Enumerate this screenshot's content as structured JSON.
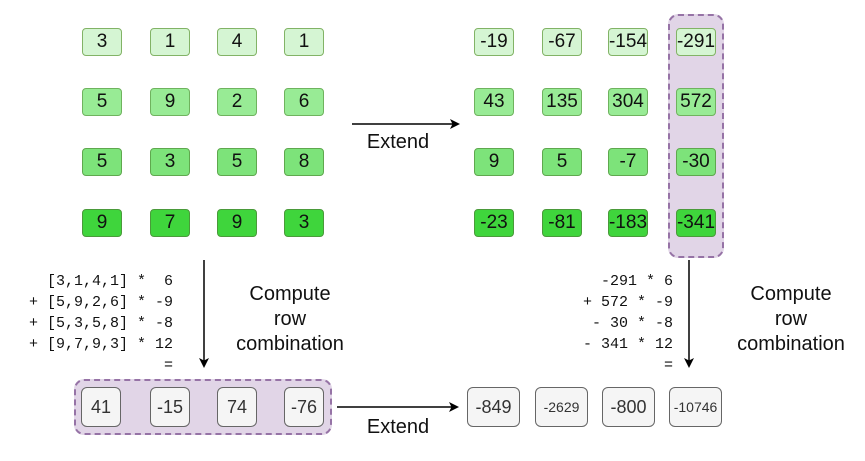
{
  "left_matrix": {
    "rows": [
      [
        "3",
        "1",
        "4",
        "1"
      ],
      [
        "5",
        "9",
        "2",
        "6"
      ],
      [
        "5",
        "3",
        "5",
        "8"
      ],
      [
        "9",
        "7",
        "9",
        "3"
      ]
    ]
  },
  "right_matrix": {
    "rows": [
      [
        "-19",
        "-67",
        "-154",
        "-291"
      ],
      [
        "43",
        "135",
        "304",
        "572"
      ],
      [
        "9",
        "5",
        "-7",
        "-30"
      ],
      [
        "-23",
        "-81",
        "-183",
        "-341"
      ]
    ]
  },
  "left_result": {
    "values": [
      "41",
      "-15",
      "74",
      "-76"
    ]
  },
  "right_result": {
    "values": [
      "-849",
      "-2629",
      "-800",
      "-10746"
    ]
  },
  "labels": {
    "extend_top": "Extend",
    "extend_bottom": "Extend",
    "compute_left": [
      "Compute",
      "row",
      "combination"
    ],
    "compute_right": [
      "Compute",
      "row",
      "combination"
    ]
  },
  "formula_left": [
    "[3,1,4,1] *  6",
    "+ [5,9,2,6] * -9",
    "+ [5,3,5,8] * -8",
    "+ [9,7,9,3] * 12",
    "="
  ],
  "formula_right": [
    "-291 * 6",
    "+ 572 * -9",
    "- 30 * -8",
    "- 341 * 12",
    "="
  ],
  "colors": {
    "row_fill_1": "#d5f5d3",
    "row_fill_2": "#98eb95",
    "row_fill_3": "#7de37a",
    "row_fill_4": "#3fd53c",
    "result_fill": "#f5f5f5",
    "highlight_fill": "#e1d5e7",
    "highlight_border": "#9673a6"
  }
}
